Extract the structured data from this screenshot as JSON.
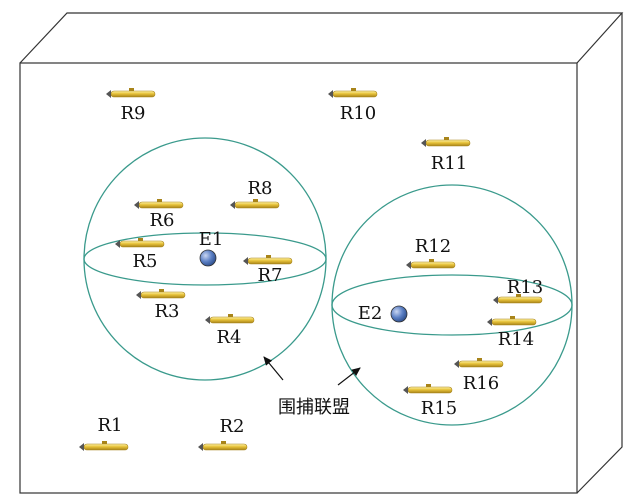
{
  "diagram": {
    "colors": {
      "box_stroke": "#333333",
      "sphere_stroke": "#3a9a8c",
      "target_fill": "#5b7fc4",
      "robot_body": "#e7c23a",
      "robot_dark": "#a8841a"
    },
    "robots": [
      {
        "id": "R1",
        "label": "R1"
      },
      {
        "id": "R2",
        "label": "R2"
      },
      {
        "id": "R3",
        "label": "R3"
      },
      {
        "id": "R4",
        "label": "R4"
      },
      {
        "id": "R5",
        "label": "R5"
      },
      {
        "id": "R6",
        "label": "R6"
      },
      {
        "id": "R7",
        "label": "R7"
      },
      {
        "id": "R8",
        "label": "R8"
      },
      {
        "id": "R9",
        "label": "R9"
      },
      {
        "id": "R10",
        "label": "R10"
      },
      {
        "id": "R11",
        "label": "R11"
      },
      {
        "id": "R12",
        "label": "R12"
      },
      {
        "id": "R13",
        "label": "R13"
      },
      {
        "id": "R14",
        "label": "R14"
      },
      {
        "id": "R15",
        "label": "R15"
      },
      {
        "id": "R16",
        "label": "R16"
      }
    ],
    "targets": [
      {
        "id": "E1",
        "label": "E1"
      },
      {
        "id": "E2",
        "label": "E2"
      }
    ],
    "annotation": "围捕联盟"
  }
}
